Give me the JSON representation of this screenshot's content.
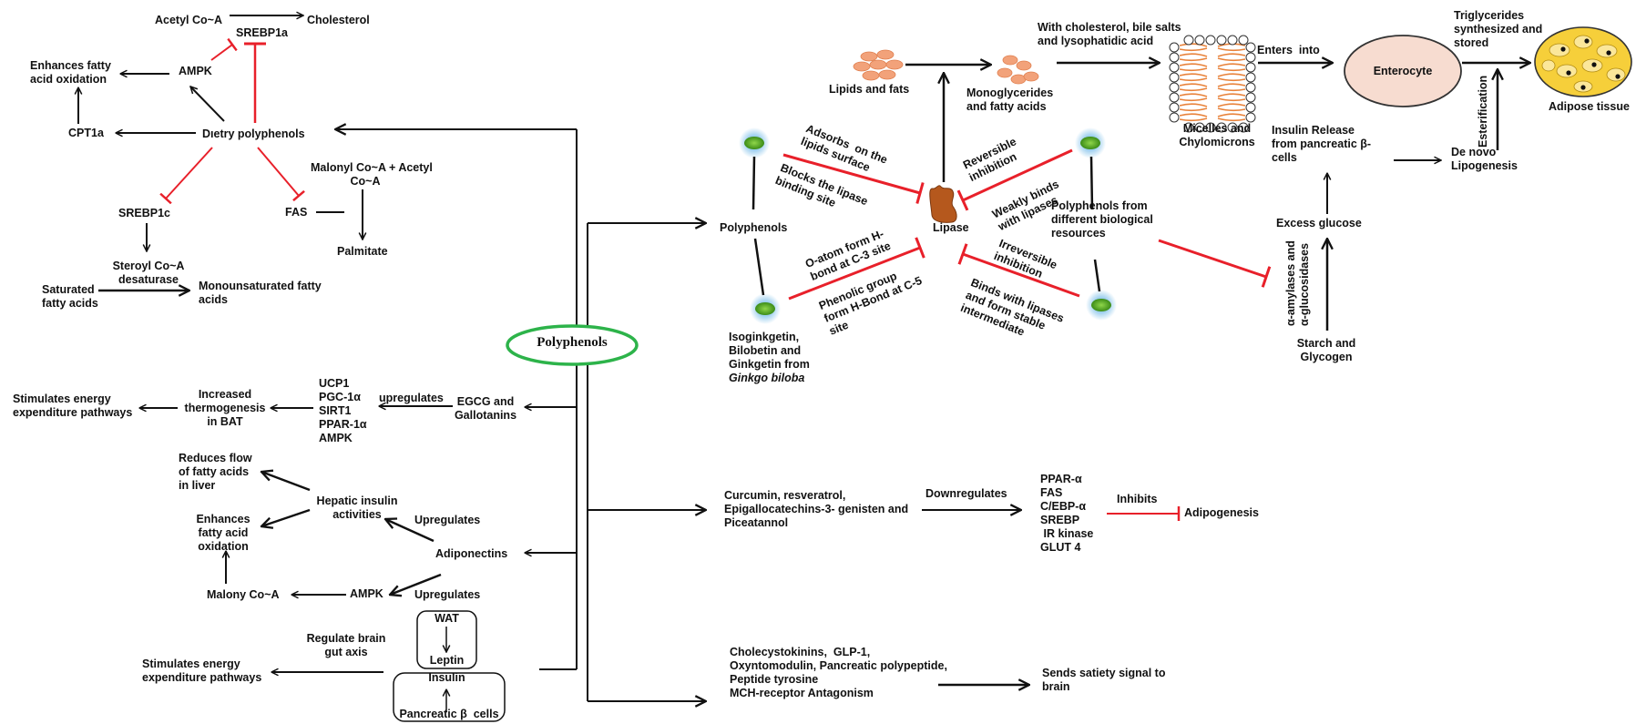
{
  "left": {
    "acetyl_coa": "Acetyl Co~A",
    "cholesterol": "Cholesterol",
    "srebp1a": "SREBP1a",
    "enhances_fatty_acid_oxidation": "Enhances fatty\nacid oxidation",
    "ampk": "AMPK",
    "cpt1a": "CPT1a",
    "dietry_polyphenols": "Dıetry polyphenols",
    "malonyl_acetyl": "Malonyl Co~A + Acetyl\nCo~A",
    "srebp1c": "SREBP1c",
    "fas": "FAS",
    "palmitate": "Palmitate",
    "steroyl_desaturase": "Steroyl Co~A\ndesaturase",
    "saturated_fatty_acids": "Saturated\nfatty acids",
    "monounsaturated": "Monounsaturated fatty\nacids",
    "polyphenols_center": "Polyphenols",
    "stimulates_energy_1": "Stimulates energy\nexpenditure pathways",
    "increased_thermogenesis": "Increased\nthermogenesis\nin BAT",
    "upregulated_list": "UCP1\nPGC-1α\nSIRT1\nPPAR-1α\nAMPK",
    "upregulates_1": "upregulates",
    "egcg": "EGCG and\nGallotanins",
    "reduces_flow": "Reduces flow\nof fatty acids\nin liver",
    "hepatic_insulin": "Hepatic insulin\nactivities",
    "enhances_fatty_acid_oxidation_2": "Enhances\nfatty acid\noxidation",
    "upregulates_2": "Upregulates",
    "adiponectins": "Adiponectins",
    "malony_coa": "Malony Co~A",
    "ampk_2": "AMPK",
    "upregulates_3": "Upregulates",
    "wat": "WAT",
    "leptin": "Leptin",
    "insulin": "Insulin",
    "pancreatic_cells": "Pancreatic β  cells",
    "regulate_brain": "Regulate brain\ngut axis",
    "stimulates_energy_2": "Stimulates energy\nexpenditure pathways"
  },
  "right": {
    "lipids_and_fats": "Lipids and fats",
    "monoglycerides": "Monoglycerides\nand fatty acids",
    "with_cholesterol": "With cholesterol, bile salts\nand lysophatidic acid",
    "micelles": "Micelles and\nChylomicrons",
    "enters_into": "Enters  into",
    "enterocyte": "Enterocyte",
    "triglycerides": "Triglycerides\nsynthesized and\nstored",
    "adipose_tissue": "Adipose tissue",
    "insulin_release": "Insulin Release\nfrom pancreatic β-\ncells",
    "de_novo": "De novo\nLipogenesis",
    "esterification": "Esterification",
    "excess_glucose": "Excess glucose",
    "amylases": "α-amylases and\nα-glucosidases",
    "starch_glycogen": "Starch and\nGlycogen",
    "polyphenols_node": "Polyphenols",
    "adsorbs": "Adsorbs  on the\nlipids surface",
    "blocks": "Blocks the lipase\nbinding site",
    "lipase": "Lipase",
    "reversible": "Reversible\ninhibition",
    "weakly_binds": "Weakly binds\nwith lipases",
    "polyphenols_from": "Polyphenols from\ndifferent biological\nresources",
    "o_atom": "O-atom form H-\nbond at C-3 site",
    "phenolic": "Phenolic group\nform H-Bond at C-5\nsite",
    "irreversible": "Irreversible\ninhibition",
    "binds_stable": "Binds with lipases\nand form stable\nintermediate",
    "isoginkgetin": "Isoginkgetin,\nBilobetin and\nGinkgetin from",
    "ginkgo": "Ginkgo biloba",
    "curcumin": "Curcumin, resveratrol,\nEpigallocatechins-3- genisten and\nPiceatannol",
    "downregulates": "Downregulates",
    "ppar_list": "PPAR-α\nFAS\nC/EBP-α\nSREBP\n IR kinase\nGLUT 4",
    "inhibits": "Inhibits",
    "adipogenesis": "Adipogenesis",
    "cholecystokinins": "Cholecystokinins,  GLP-1,\nOxyntomodulin, Pancreatic polypeptide,\nPeptide tyrosine\nMCH-receptor Antagonism",
    "satiety": "Sends satiety signal to\nbrain"
  },
  "colors": {
    "ink": "#111111",
    "inhibit_red": "#e8202a",
    "ellipse_green": "#2db34a",
    "polyphenol_dot": "#4a9a1e",
    "dot_glow": "#8fc8ec",
    "enterocyte_fill": "#f7dcd0",
    "lipid_blob": "#f2a27a",
    "lipase_brown": "#b5581d",
    "micelle_tail": "#e8823a",
    "adipose_fill": "#f6cf3a"
  }
}
